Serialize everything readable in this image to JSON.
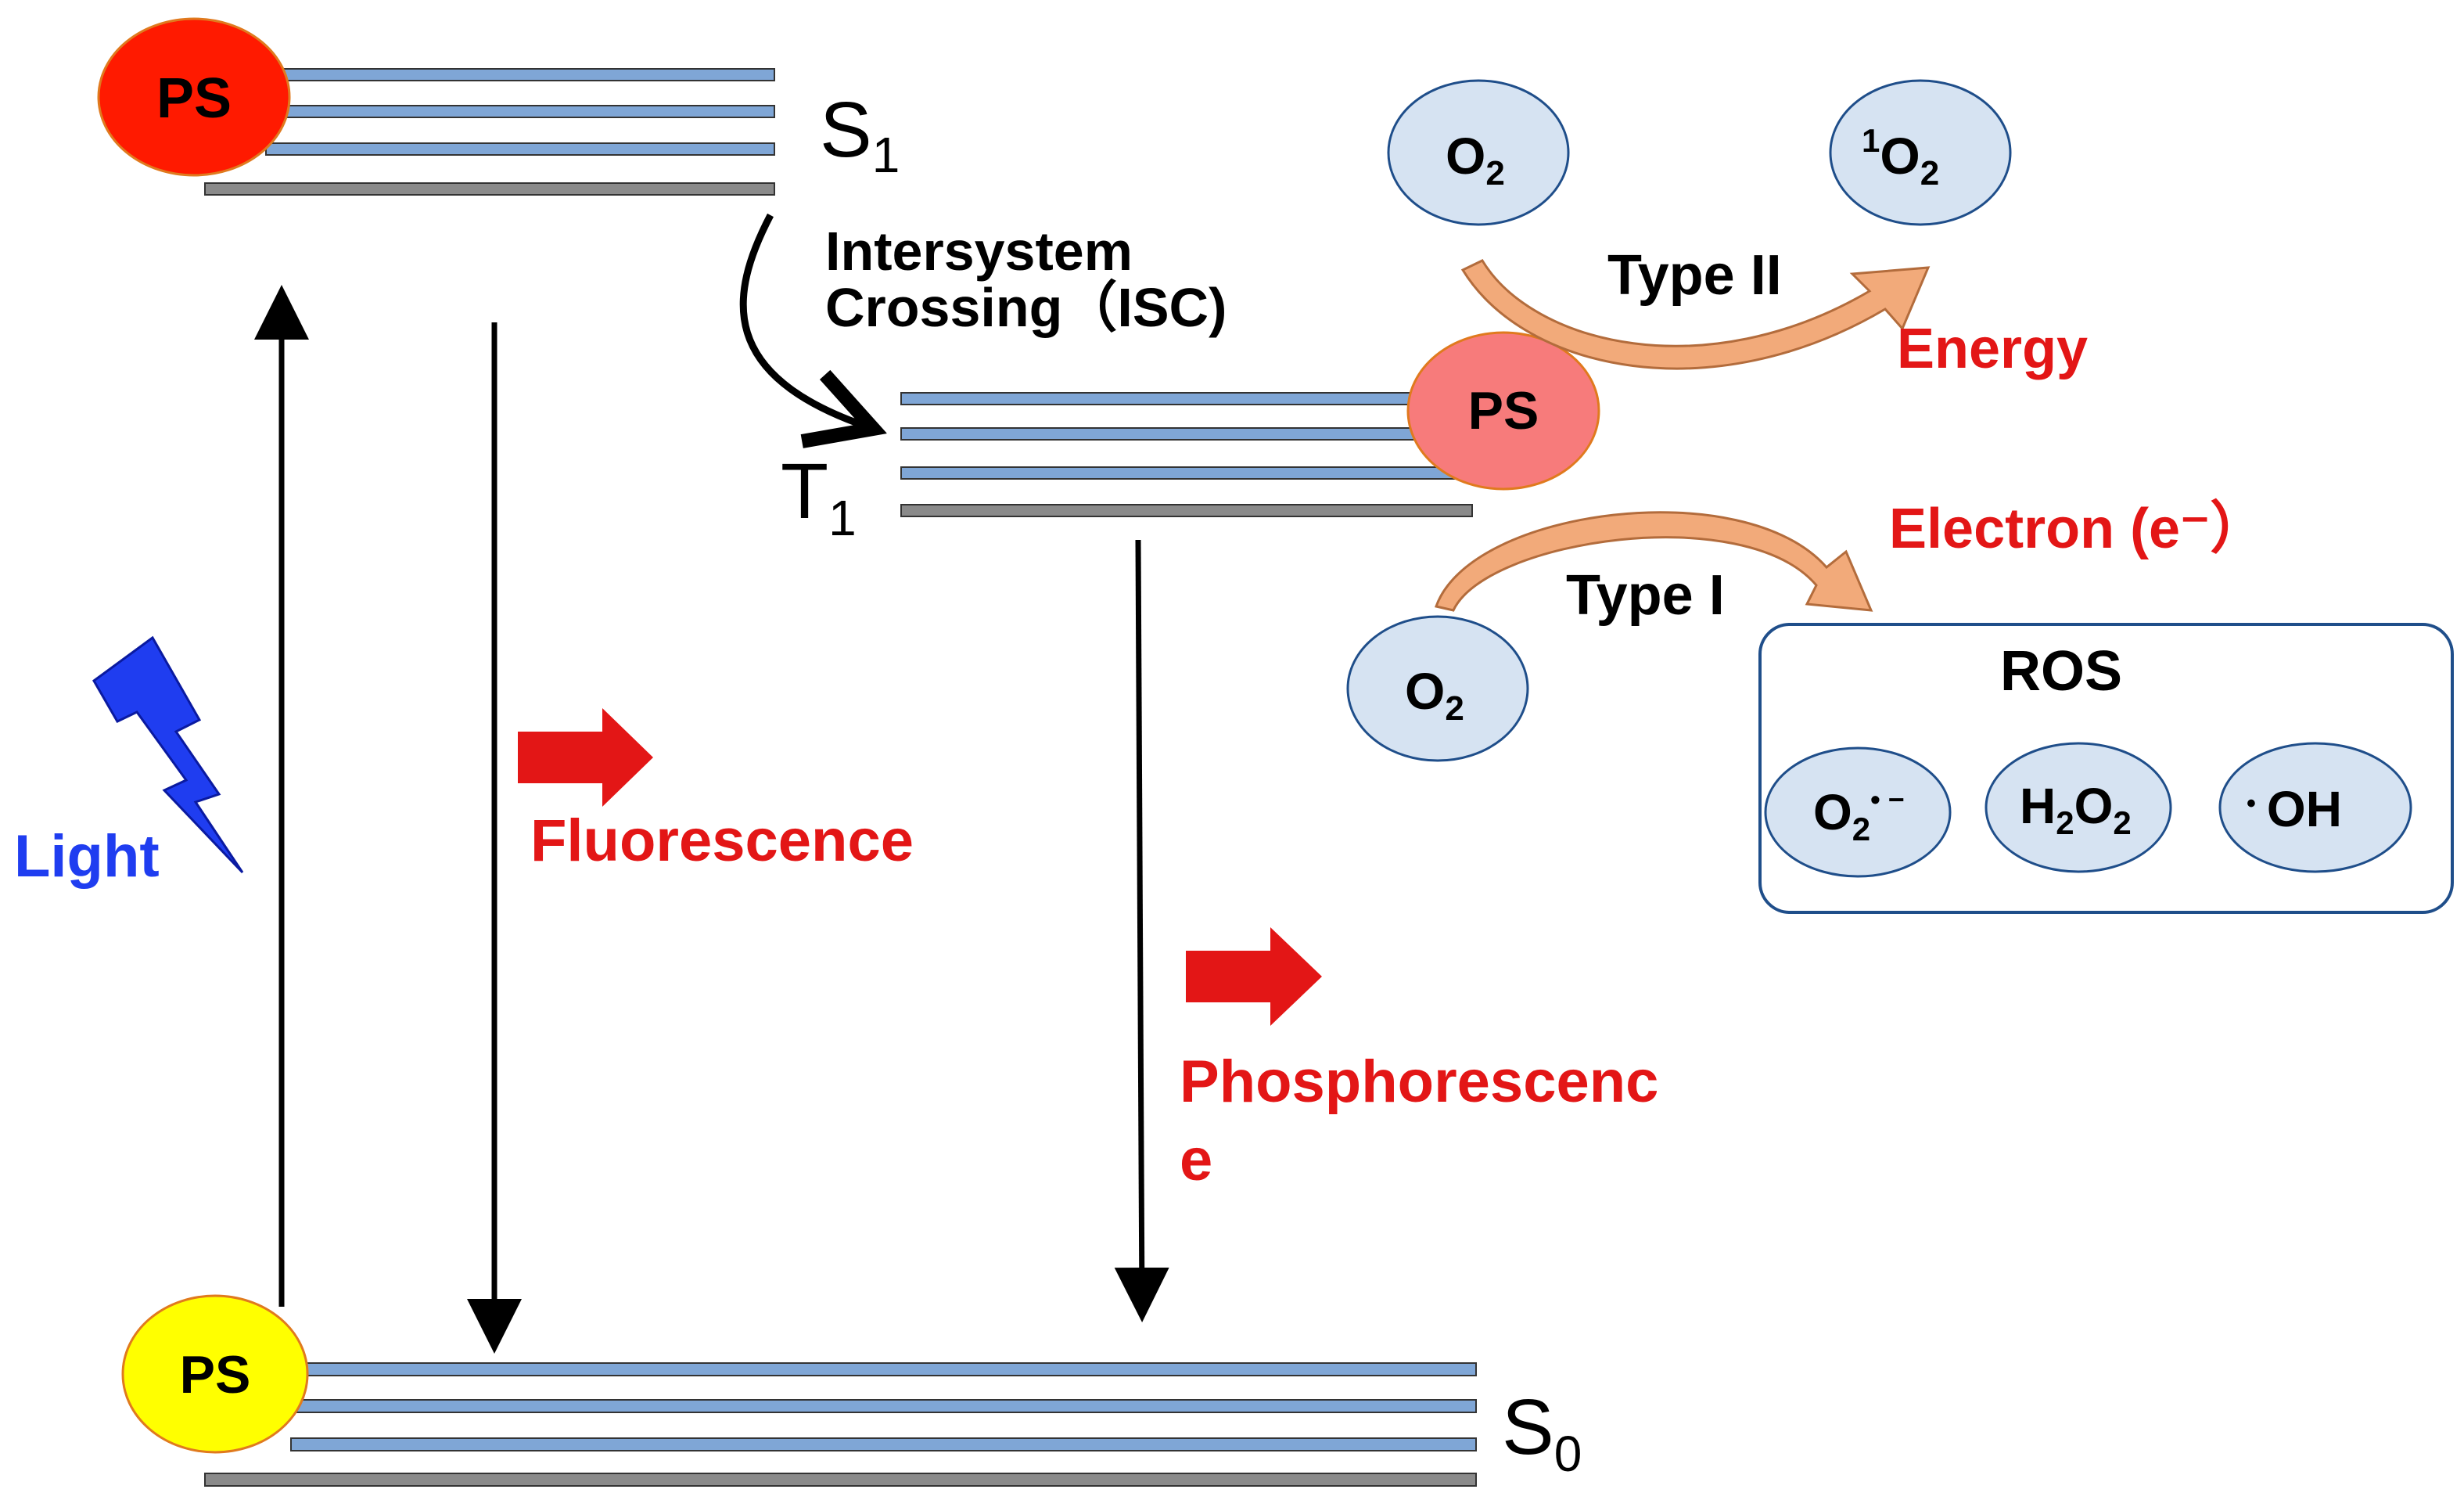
{
  "colors": {
    "level_blue": "#7fa6d6",
    "level_gray": "#8a8a8a",
    "ps_red": "#ff1a00",
    "ps_pink": "#f77b7b",
    "ps_yellow": "#ffff00",
    "ps_border": "#e07a1e",
    "oxygen_fill": "#d6e3f2",
    "oxygen_border": "#1f4e8a",
    "light_blue": "#1f3df0",
    "red_text": "#e31616",
    "curved_arrow": "#f2aa7a",
    "curved_arrow_border": "#b36c3c"
  },
  "states": {
    "s1": {
      "letter": "S",
      "sub": "1"
    },
    "t1": {
      "letter": "T",
      "sub": "1"
    },
    "s0": {
      "letter": "S",
      "sub": "0"
    }
  },
  "ps_label": "PS",
  "isc": {
    "line1": "Intersystem",
    "line2": "Crossing（ISC)"
  },
  "light_label": "Light",
  "fluorescence_label": "Fluorescence",
  "phosphorescence": {
    "line1": "Phosphorescenc",
    "line2": "e"
  },
  "type2_label": "Type II",
  "energy_label": "Energy",
  "type1_label": "Type I",
  "electron_label": "Electron (e⁻）",
  "oxygen": {
    "base": "O",
    "sub": "2"
  },
  "singlet_oxygen": {
    "sup": "1",
    "base": "O",
    "sub": "2"
  },
  "ros": {
    "title": "ROS",
    "superoxide": {
      "base": "O",
      "sub": "2",
      "sup": "• −"
    },
    "peroxide": {
      "h": "H",
      "sub1": "2",
      "o": "O",
      "sub2": "2"
    },
    "hydroxyl": {
      "dot": "•",
      "text": "OH"
    }
  }
}
